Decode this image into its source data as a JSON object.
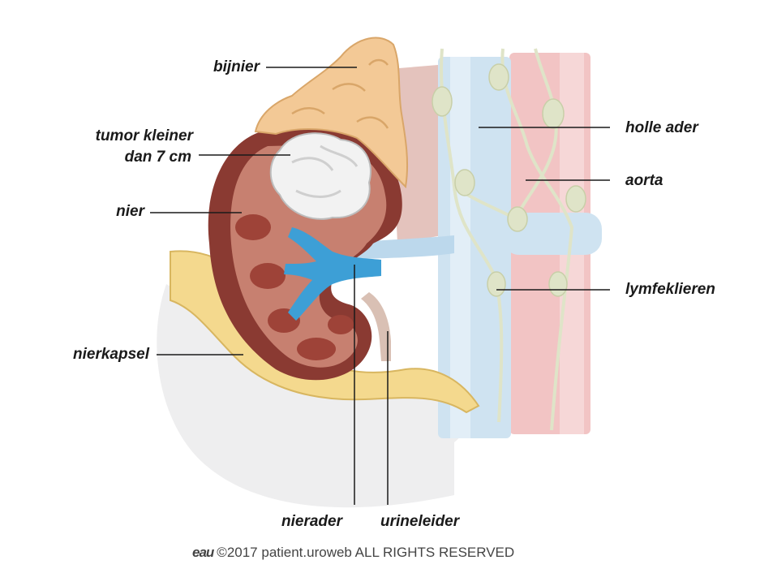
{
  "labels": {
    "adrenal": "bijnier",
    "tumor_line1": "tumor kleiner",
    "tumor_line2": "dan 7 cm",
    "kidney": "nier",
    "capsule": "nierkapsel",
    "vena_cava": "holle ader",
    "aorta": "aorta",
    "lymph_nodes": "lymfeklieren",
    "renal_vein": "nierader",
    "ureter": "urineleider"
  },
  "footer": {
    "logo": "eau",
    "text": "©2017 patient.uroweb ALL RIGHTS RESERVED"
  },
  "colors": {
    "adrenal": "#f3c996",
    "kidney": "#8a3a32",
    "kidney_inner": "#c78070",
    "tumor": "#f2f2f2",
    "vein": "#3d9fd6",
    "vena_cava": "#cfe3f1",
    "aorta": "#f2c4c4",
    "lymph": "#dfe4c8",
    "fat": "#f4d98e",
    "tissue": "#eeeeef"
  }
}
